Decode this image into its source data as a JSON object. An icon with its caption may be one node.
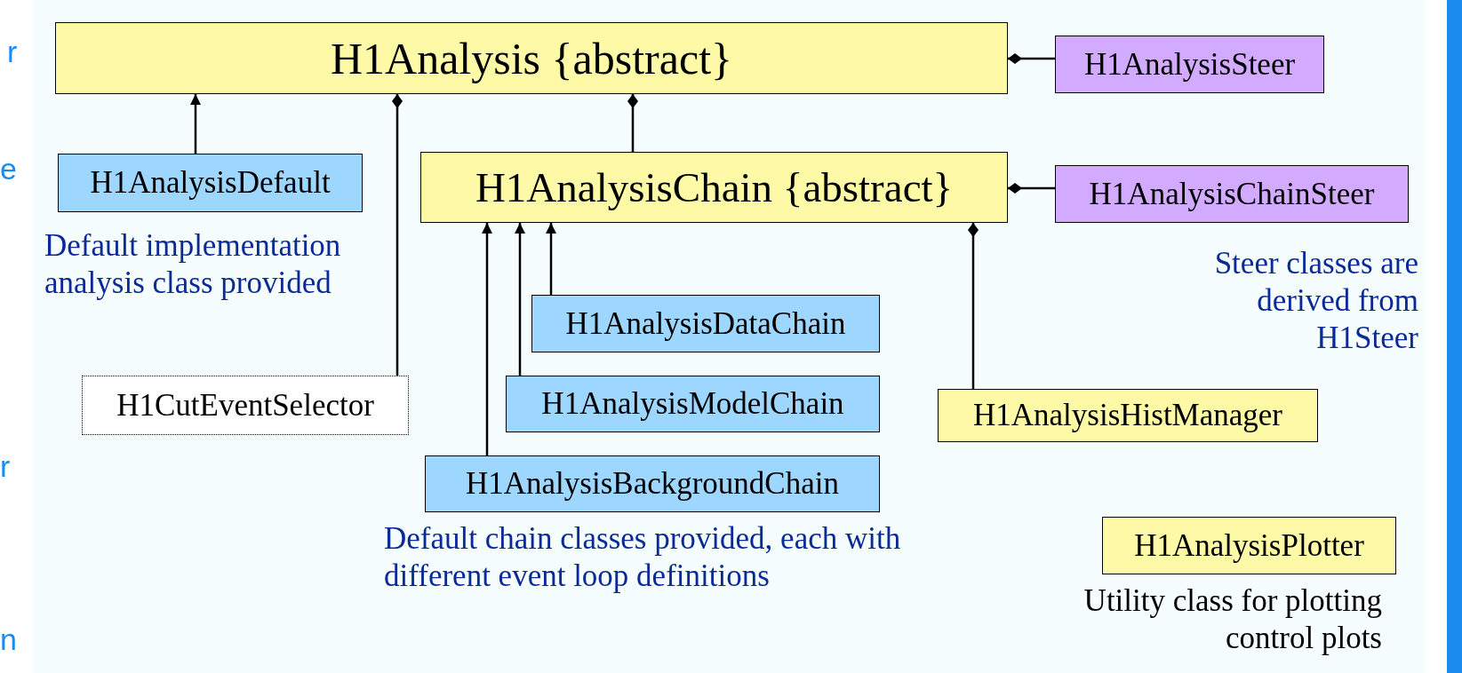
{
  "diagram": {
    "nodes": [
      {
        "text": [
          "H1Analysis {abstract}"
        ]
      },
      {
        "text": [
          "H1AnalysisSteer"
        ]
      },
      {
        "text": [
          "H1AnalysisDefault"
        ],
        "beside": [
          "Default implementation analysis class provided"
        ]
      },
      {
        "text": [
          "H1AnalysisChain {abstract}"
        ]
      },
      {
        "text": [
          "H1AnalysisChainSteer"
        ]
      },
      {
        "text": [
          "H1AnalysisDataChain"
        ]
      },
      {
        "text": [
          "H1CutEventSelector"
        ]
      },
      {
        "text": [
          "H1AnalysisModelChain"
        ]
      },
      {
        "text": [
          "H1AnalysisHistManager"
        ]
      },
      {
        "text": [
          "H1AnalysisBackgroundChain"
        ],
        "beside": [
          "Default chain classes provided, each with different event loop definitions"
        ]
      },
      {
        "text": [
          "H1AnalysisPlotter"
        ],
        "beside": [
          "Utility class for plotting control plots"
        ]
      }
    ],
    "edges": [
      {
        "from": 2,
        "to": 0,
        "arrow": "to"
      },
      {
        "from": 0,
        "to": 6,
        "arrow": "other"
      },
      {
        "from": 0,
        "to": 3,
        "arrow": "other"
      },
      {
        "from": 0,
        "to": 1,
        "arrow": "other"
      },
      {
        "from": 3,
        "to": 4,
        "arrow": "other"
      },
      {
        "from": 3,
        "to": 8,
        "arrow": "other"
      },
      {
        "from": 5,
        "to": 3,
        "arrow": "to"
      },
      {
        "from": 7,
        "to": 3,
        "arrow": "to"
      },
      {
        "from": 9,
        "to": 3,
        "arrow": "to"
      }
    ],
    "labels": [
      "r",
      "e",
      "Steer classes are derived from H1Steer",
      "r",
      "n"
    ]
  }
}
